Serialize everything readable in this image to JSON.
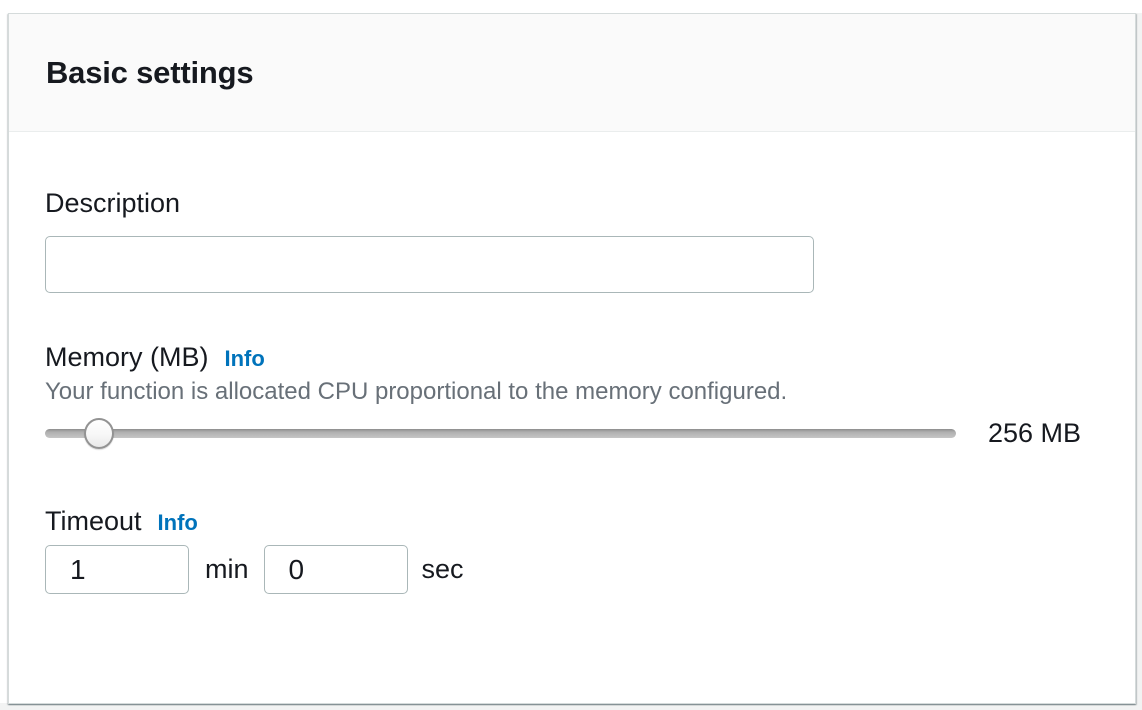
{
  "card": {
    "title": "Basic settings"
  },
  "description": {
    "label": "Description",
    "value": ""
  },
  "memory": {
    "label": "Memory (MB)",
    "info": "Info",
    "helper": "Your function is allocated CPU proportional to the memory configured.",
    "display_value": "256 MB"
  },
  "timeout": {
    "label": "Timeout",
    "info": "Info",
    "minutes": {
      "value": "1",
      "unit": "min"
    },
    "seconds": {
      "value": "0",
      "unit": "sec"
    }
  },
  "colors": {
    "link_blue": "#0073bb",
    "text_dark": "#16191f",
    "text_muted": "#687078",
    "header_bg": "#fafafa",
    "card_border": "#d5dbdb",
    "input_border": "#aab7b8"
  }
}
